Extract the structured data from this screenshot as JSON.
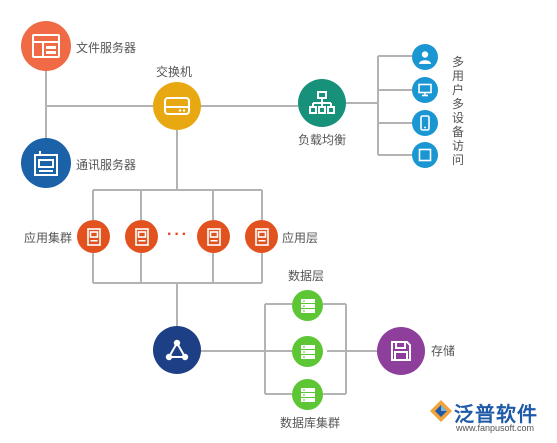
{
  "nodes": {
    "file_server": "文件服务器",
    "switch": "交换机",
    "load_balancer": "负载均衡",
    "comm_server": "通讯服务器",
    "app_cluster": "应用集群",
    "app_layer": "应用层",
    "ellipsis": "···",
    "data_layer": "数据层",
    "db_cluster": "数据库集群",
    "storage": "存储"
  },
  "devices_label": "多用户多设备访问",
  "brand": {
    "name": "泛普软件",
    "url": "www.fanpusoft.com"
  },
  "colors": {
    "file_server": "#f06a45",
    "switch": "#e8a812",
    "load_balancer": "#17917a",
    "comm_server": "#1c62a8",
    "app": "#e2521f",
    "data": "#5cc634",
    "hub": "#1d3f86",
    "storage": "#8e3f9b",
    "devices": "#1a96d2",
    "lines": "#b3b3b3"
  }
}
